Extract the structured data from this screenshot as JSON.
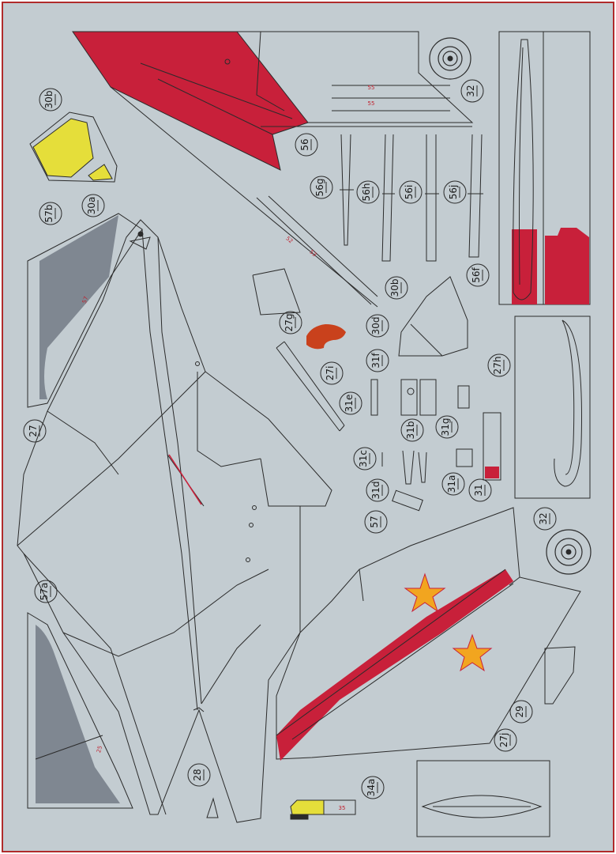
{
  "colors": {
    "sheet": "#c3ccd1",
    "line": "#2b2b2b",
    "red": "#c8203a",
    "yellow": "#e5de3a",
    "grey": "#7f8791",
    "star": "#f2a51f",
    "orange": "#c9411c",
    "border": "#b02b2b"
  },
  "parts": [
    {
      "id": "p30b",
      "label": "30b"
    },
    {
      "id": "p30a_l",
      "label": "30a"
    },
    {
      "id": "p57b",
      "label": "57b"
    },
    {
      "id": "p27",
      "label": "27"
    },
    {
      "id": "p57a",
      "label": "57a"
    },
    {
      "id": "p28",
      "label": "28"
    },
    {
      "id": "p56",
      "label": "56"
    },
    {
      "id": "p56g",
      "label": "56g"
    },
    {
      "id": "p56h",
      "label": "56h"
    },
    {
      "id": "p56i",
      "label": "56i"
    },
    {
      "id": "p56j",
      "label": "56j"
    },
    {
      "id": "p56f",
      "label": "56f"
    },
    {
      "id": "p32a",
      "label": "32"
    },
    {
      "id": "p32b",
      "label": "32"
    },
    {
      "id": "p27g",
      "label": "27g"
    },
    {
      "id": "p30b2",
      "label": "30b"
    },
    {
      "id": "p30d",
      "label": "30d"
    },
    {
      "id": "p31f",
      "label": "31f"
    },
    {
      "id": "p27i",
      "label": "27i"
    },
    {
      "id": "p31e",
      "label": "31e"
    },
    {
      "id": "p31b",
      "label": "31b"
    },
    {
      "id": "p31g",
      "label": "31g"
    },
    {
      "id": "p31c",
      "label": "31c"
    },
    {
      "id": "p31d",
      "label": "31d"
    },
    {
      "id": "p31a",
      "label": "31a"
    },
    {
      "id": "p31",
      "label": "31"
    },
    {
      "id": "p27h",
      "label": "27h"
    },
    {
      "id": "p57",
      "label": "57"
    },
    {
      "id": "p29",
      "label": "29"
    },
    {
      "id": "p27j",
      "label": "27j"
    },
    {
      "id": "p34a",
      "label": "34a"
    }
  ],
  "marks": {
    "m57": "57",
    "m25": "25",
    "m55a": "55",
    "m55b": "55",
    "m52": "52",
    "m53": "53",
    "m35": "35"
  }
}
